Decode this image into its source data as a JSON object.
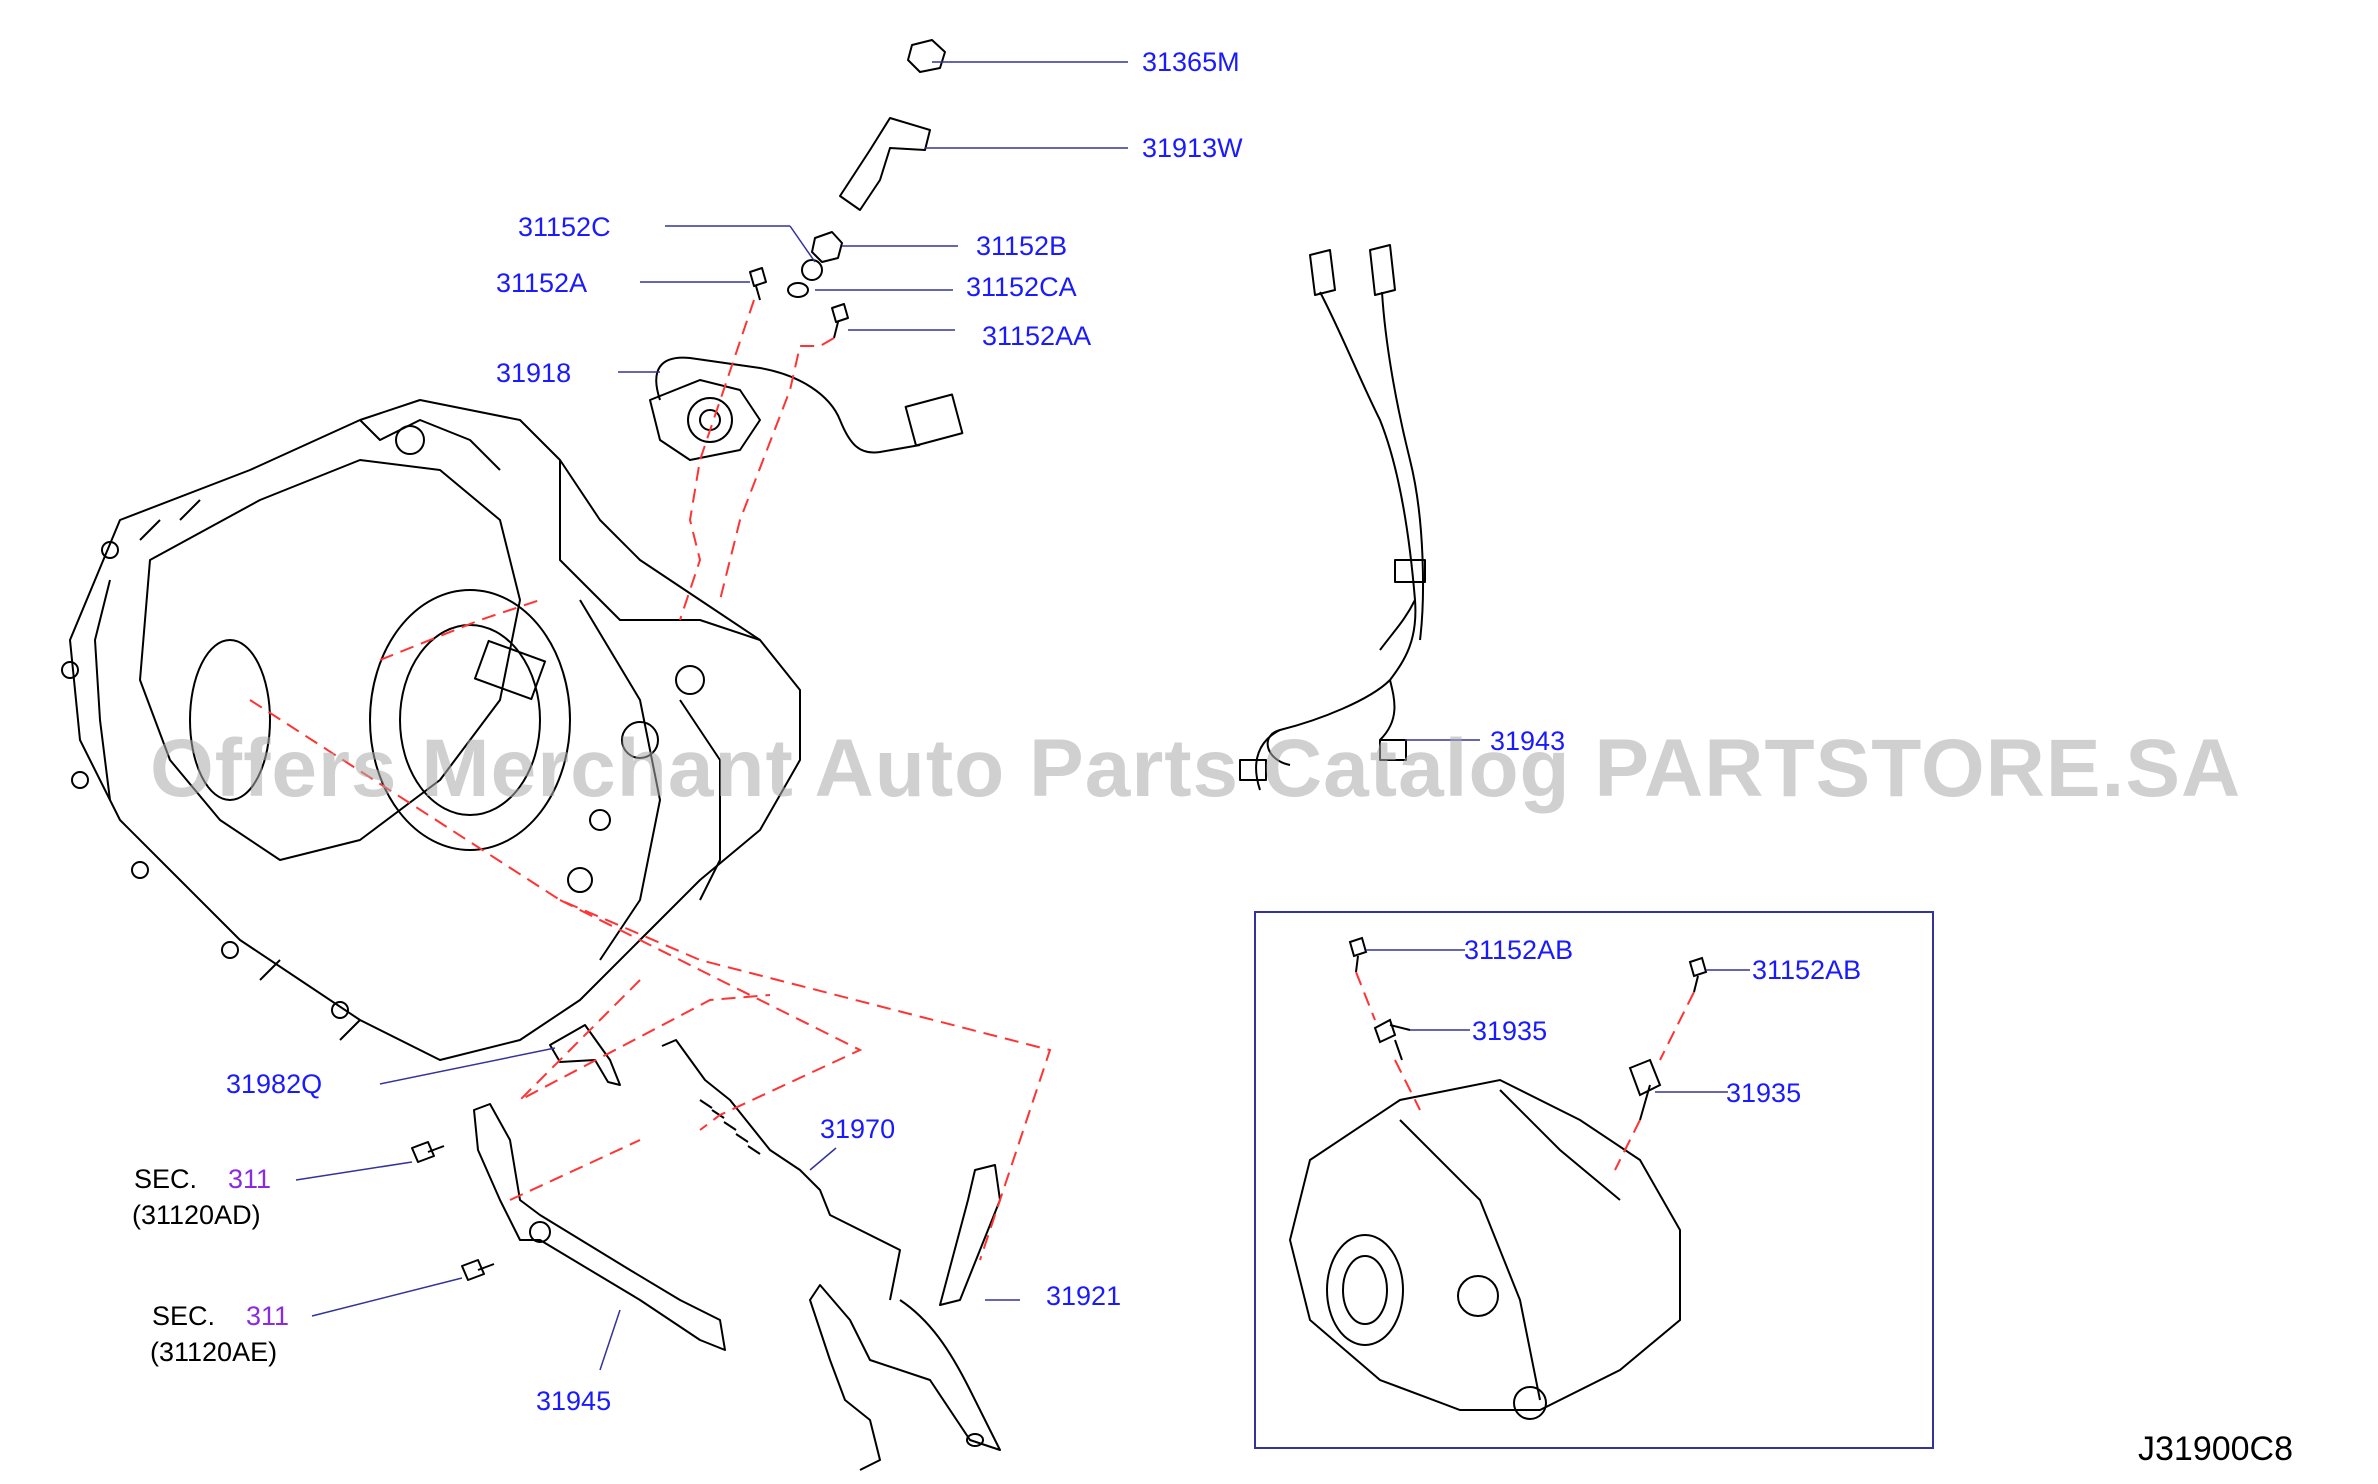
{
  "diagram_code": "J31900C8",
  "watermark": "Offers Merchant Auto Parts Catalog PARTSTORE.SA",
  "colors": {
    "part_number": "#1a1aff",
    "section_ref": "#8a2be2",
    "dashed_guide": "#ff3333",
    "outline": "#000000",
    "box_border": "#333399"
  },
  "labels": {
    "p31365M": "31365M",
    "p31913W": "31913W",
    "p31152C": "31152C",
    "p31152B": "31152B",
    "p31152A": "31152A",
    "p31152CA": "31152CA",
    "p31152AA": "31152AA",
    "p31918": "31918",
    "p31943": "31943",
    "p31982Q": "31982Q",
    "p31970": "31970",
    "p31921": "31921",
    "p31945": "31945",
    "p31152AB_1": "31152AB",
    "p31152AB_2": "31152AB",
    "p31935_1": "31935",
    "p31935_2": "31935"
  },
  "section_refs": [
    {
      "prefix": "SEC.",
      "section": "311",
      "part": "(31120AD)"
    },
    {
      "prefix": "SEC.",
      "section": "311",
      "part": "(31120AE)"
    }
  ]
}
